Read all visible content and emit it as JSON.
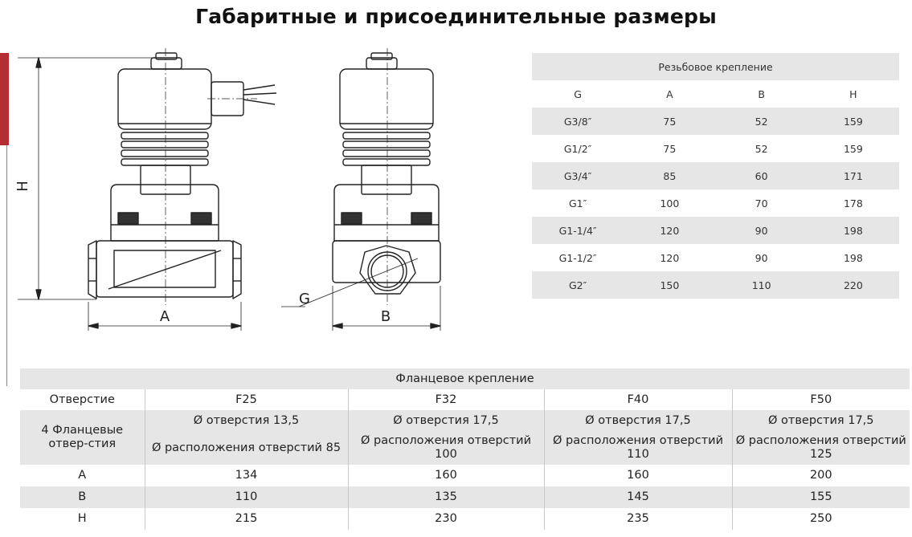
{
  "title": "Габаритные и присоединительные размеры",
  "drawing": {
    "label_h": "H",
    "label_a": "A",
    "label_g": "G",
    "label_b": "B"
  },
  "thread_table": {
    "caption": "Резьбовое крепление",
    "headers": [
      "G",
      "A",
      "B",
      "H"
    ],
    "rows": [
      [
        "G3/8″",
        "75",
        "52",
        "159"
      ],
      [
        "G1/2″",
        "75",
        "52",
        "159"
      ],
      [
        "G3/4″",
        "85",
        "60",
        "171"
      ],
      [
        "G1″",
        "100",
        "70",
        "178"
      ],
      [
        "G1-1/4″",
        "120",
        "90",
        "198"
      ],
      [
        "G1-1/2″",
        "120",
        "90",
        "198"
      ],
      [
        "G2″",
        "150",
        "110",
        "220"
      ]
    ]
  },
  "flange_table": {
    "caption": "Фланцевое крепление",
    "col0_header": "Отверстие",
    "headers": [
      "F25",
      "F32",
      "F40",
      "F50"
    ],
    "holes_label": "4 Фланцевые отвер-стия",
    "hole_diameter": [
      "Ø отверстия 13,5",
      "Ø отверстия 17,5",
      "Ø отверстия 17,5",
      "Ø отверстия 17,5"
    ],
    "hole_position": [
      "Ø расположения отверстий 85",
      "Ø расположения отверстий 100",
      "Ø расположения отверстий 110",
      "Ø расположения отверстий 125"
    ],
    "rows": [
      {
        "label": "A",
        "values": [
          "134",
          "160",
          "160",
          "200"
        ]
      },
      {
        "label": "B",
        "values": [
          "110",
          "135",
          "145",
          "155"
        ]
      },
      {
        "label": "H",
        "values": [
          "215",
          "230",
          "235",
          "250"
        ]
      }
    ]
  }
}
